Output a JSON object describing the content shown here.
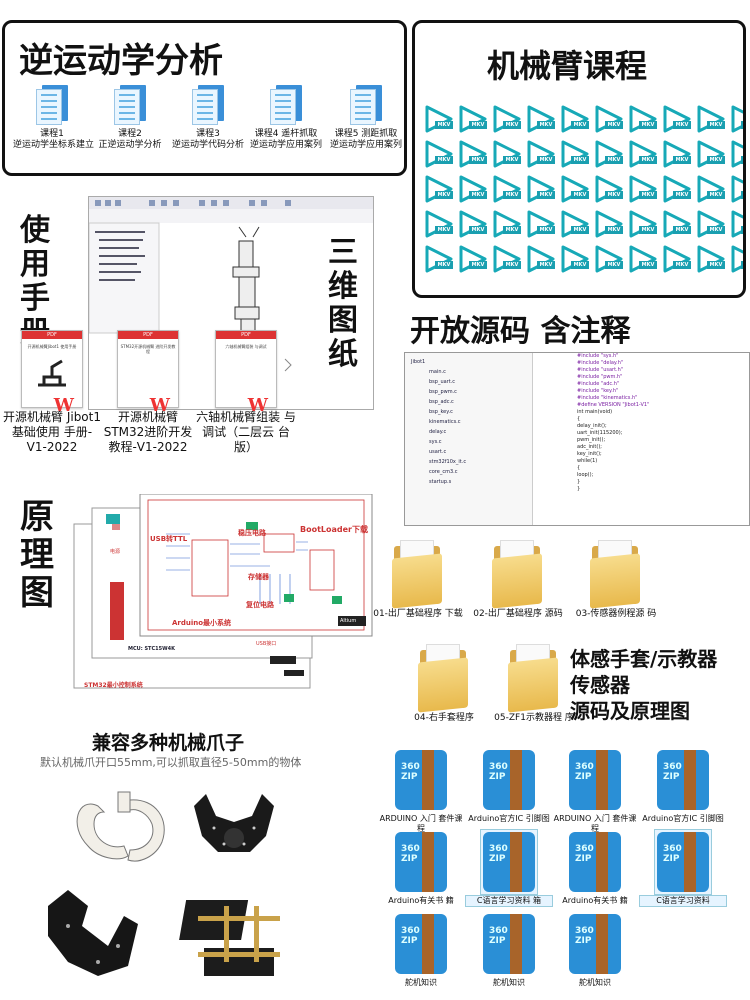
{
  "inverse_kinematics": {
    "title": "逆运动学分析",
    "courses": [
      {
        "line1": "课程1",
        "line2": "逆运动学坐标系建立"
      },
      {
        "line1": "课程2",
        "line2": "正逆运动学分析"
      },
      {
        "line1": "课程3",
        "line2": "逆运动学代码分析"
      },
      {
        "line1": "课程4 遥杆抓取",
        "line2": "逆运动学应用案列"
      },
      {
        "line1": "课程5 测距抓取",
        "line2": "逆运动学应用案列"
      }
    ]
  },
  "arm_course": {
    "title": "机械臂课程",
    "video_badge": "MKV",
    "video_count": 50
  },
  "manual": {
    "title": "使用手册",
    "drawings_title": "三维图纸",
    "wps_logo": "W",
    "pdf_badge": "PDF",
    "docs": [
      {
        "caption": "开源机械臂 Jibot1基础使用 手册-V1-2022",
        "sheet_text": "开源机械臂Jibot1 使用手册"
      },
      {
        "caption": "开源机械臂 STM32进阶开发 教程-V1-2022",
        "sheet_text": "STM32开源机械臂 进阶开发教程"
      },
      {
        "caption": "六轴机械臂组装 与调试（二层云 台版）",
        "sheet_text": "六轴机械臂组装 与调试"
      }
    ]
  },
  "source_code": {
    "title": "开放源码 含注释",
    "file_tree": [
      "Jibot1",
      "main.c",
      "bsp_uart.c",
      "bsp_pwm.c",
      "bsp_adc.c",
      "bsp_key.c",
      "kinematics.c",
      "delay.c",
      "sys.c",
      "usart.c",
      "stm32f10x_it.c",
      "core_cm3.c",
      "startup.s"
    ],
    "code_lines": [
      "#include \"sys.h\"",
      "#include \"delay.h\"",
      "#include \"usart.h\"",
      "#include \"pwm.h\"",
      "#include \"adc.h\"",
      "#include \"key.h\"",
      "#include \"kinematics.h\"",
      "",
      "#define VERSION \"Jibot1-V1\"",
      "",
      "int main(void)",
      "{",
      "  delay_init();",
      "  uart_init(115200);",
      "  pwm_init();",
      "  adc_init();",
      "  key_init();",
      "  while(1)",
      "  {",
      "    loop();",
      "  }",
      "}"
    ]
  },
  "schematic": {
    "title": "原理图",
    "labels": {
      "usb": "USB转TTL",
      "bootloader": "BootLoader下载",
      "power": "稳压电路",
      "storage": "存储器",
      "reset": "复位电路",
      "arduino": "Arduino最小系统",
      "stm32": "STM32最小控制系统",
      "chip": "MCU: STC15W4K",
      "power2": "电源",
      "usb_port": "USB接口",
      "altium": "Altium"
    }
  },
  "sensor_glove": {
    "title_lines": [
      "体感手套/示教器",
      "传感器",
      "源码及原理图"
    ],
    "folders": [
      {
        "label": "01-出厂基础程序 下载"
      },
      {
        "label": "02-出厂基础程序 源码"
      },
      {
        "label": "03-传感器例程源 码"
      },
      {
        "label": "04-右手套程序"
      },
      {
        "label": "05-ZF1示教器程 序"
      }
    ]
  },
  "grippers": {
    "title": "兼容多种机械爪子",
    "subtitle": "默认机械爪开口55mm,可以抓取直径5-50mm的物体"
  },
  "zips": {
    "badge_top": "360",
    "badge_bottom": "ZIP",
    "items": [
      {
        "label": "ARDUINO 入门 套件课程",
        "selected": false
      },
      {
        "label": "Arduino官方IC 引脚图",
        "selected": false
      },
      {
        "label": "ARDUINO 入门 套件课程",
        "selected": false
      },
      {
        "label": "Arduino官方IC 引脚图",
        "selected": false
      },
      {
        "label": "Arduino有关书 籍",
        "selected": false
      },
      {
        "label": "C语言学习资料 箱",
        "selected": true
      },
      {
        "label": "Arduino有关书 籍",
        "selected": false
      },
      {
        "label": "C语言学习资料",
        "selected": true
      },
      {
        "label": "舵机知识",
        "selected": false
      },
      {
        "label": "舵机知识",
        "selected": false
      },
      {
        "label": "舵机知识",
        "selected": false
      }
    ]
  }
}
